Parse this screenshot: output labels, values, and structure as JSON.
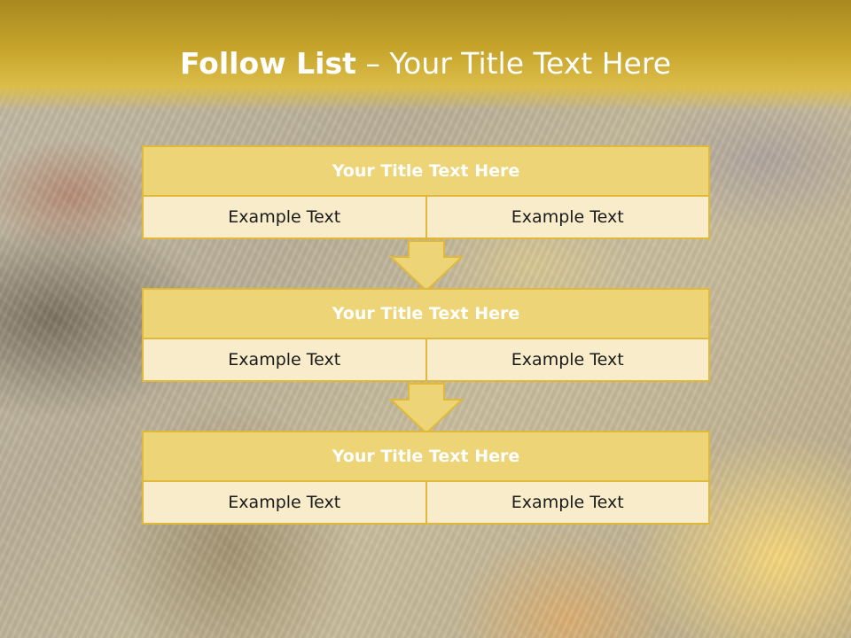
{
  "slide": {
    "title_bold": "Follow List",
    "title_sep": " – ",
    "title_rest": "Your Title Text Here"
  },
  "steps": [
    {
      "title": "Your Title Text Here",
      "left": "Example Text",
      "right": "Example Text"
    },
    {
      "title": "Your Title Text Here",
      "left": "Example Text",
      "right": "Example Text"
    },
    {
      "title": "Your Title Text Here",
      "left": "Example Text",
      "right": "Example Text"
    }
  ],
  "colors": {
    "accent": "#e0b93b",
    "header_fill": "#ecd477",
    "cell_fill": "#f8ecca",
    "title_band": "#c7a52c"
  }
}
